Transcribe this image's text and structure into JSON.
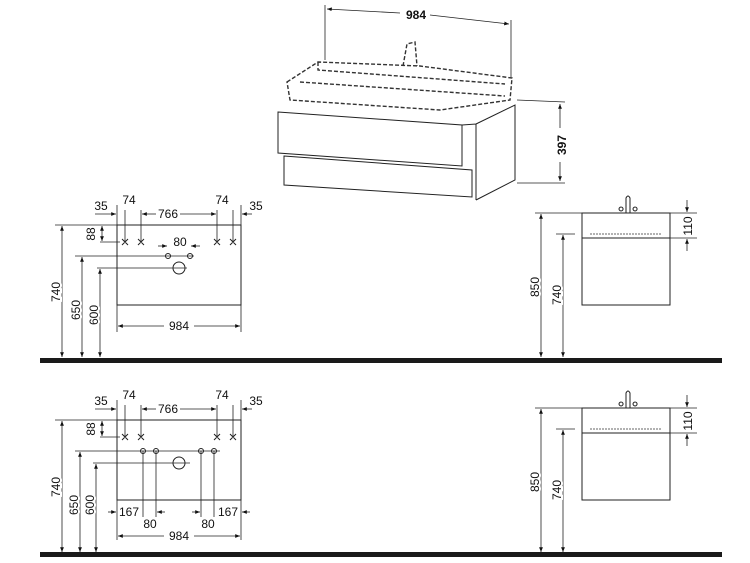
{
  "perspective": {
    "width": "984",
    "height": "397"
  },
  "plan_1": {
    "top_dims": [
      "35",
      "74",
      "766",
      "74",
      "35"
    ],
    "dim_88": "88",
    "dim_80": "80",
    "dim_740": "740",
    "dim_650": "650",
    "dim_600": "600",
    "width": "984"
  },
  "plan_2": {
    "top_dims": [
      "35",
      "74",
      "766",
      "74",
      "35"
    ],
    "dim_88": "88",
    "dim_740": "740",
    "dim_650": "650",
    "dim_600": "600",
    "width": "984",
    "bottom_dims": [
      "167",
      "80",
      "80",
      "167"
    ]
  },
  "side_1": {
    "dim_850": "850",
    "dim_740": "740",
    "dim_110": "110"
  },
  "side_2": {
    "dim_850": "850",
    "dim_740": "740",
    "dim_110": "110"
  }
}
